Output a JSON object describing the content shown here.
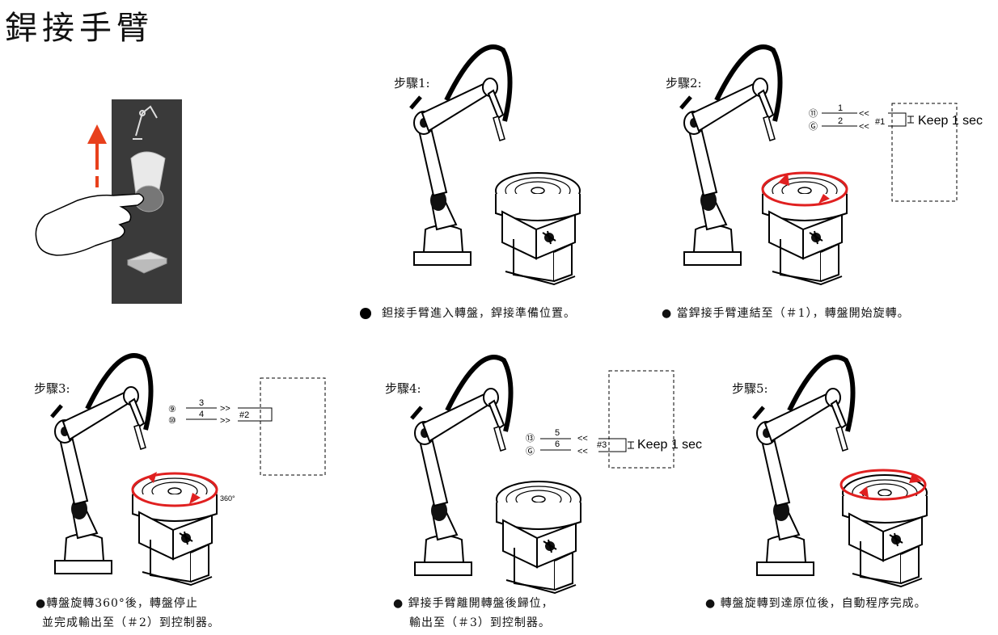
{
  "title": "銲接手臂",
  "steps": [
    {
      "label": "步驟1:",
      "caption": [
        "鉭接手臂進入轉盤，銲接準備位置。"
      ]
    },
    {
      "label": "步驟2:",
      "caption": [
        "● 當銲接手臂連結至（＃1），轉盤開始旋轉。"
      ]
    },
    {
      "label": "步驟3:",
      "caption": [
        "●轉盤旋轉360°後，轉盤停止",
        "並完成輸出至（＃2）到控制器。"
      ]
    },
    {
      "label": "步驟4:",
      "caption": [
        "● 銲接手臂離開轉盤後歸位，",
        "輸出至（＃3）到控制器。"
      ]
    },
    {
      "label": "步驟5:",
      "caption": [
        "● 轉盤旋轉到達原位後，自動程序完成。"
      ]
    }
  ],
  "signals": {
    "s2": {
      "pins": [
        "⑪",
        "Ⓖ"
      ],
      "wires": [
        "1",
        "2"
      ],
      "relay": "#1",
      "keep": "Keep 1 sec"
    },
    "s3": {
      "pins": [
        "⑨",
        "⑩"
      ],
      "wires": [
        "3",
        "4"
      ],
      "relay": "#2",
      "angle": "360°"
    },
    "s4": {
      "pins": [
        "⑬",
        "Ⓖ"
      ],
      "wires": [
        "5",
        "6"
      ],
      "relay": "#3",
      "keep": "Keep 1 sec"
    }
  },
  "colors": {
    "arrow": "#e8401c",
    "rotation": "#e02020",
    "panel": "#3a3a3a"
  }
}
